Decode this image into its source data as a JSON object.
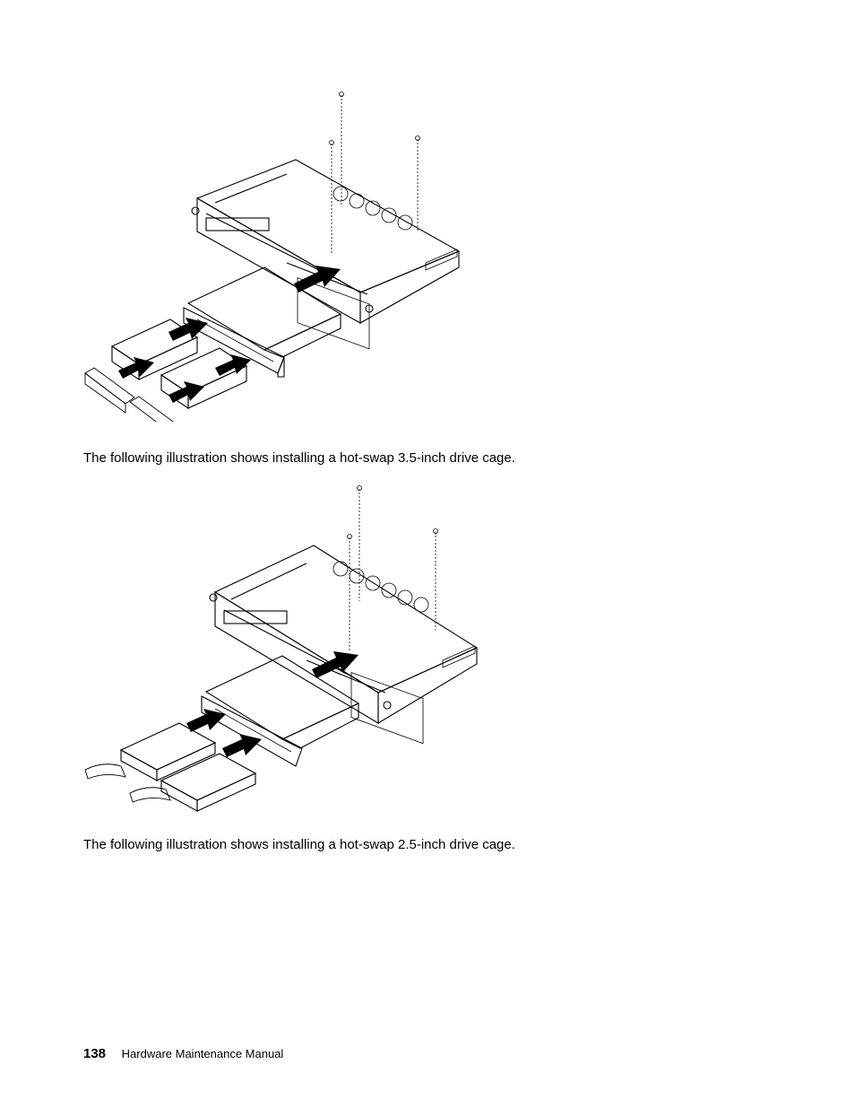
{
  "captions": {
    "cage_35": "The following illustration shows installing a hot-swap 3.5-inch drive cage.",
    "cage_25": "The following illustration shows installing a hot-swap 2.5-inch drive cage."
  },
  "footer": {
    "page_number": "138",
    "manual_title": "Hardware Maintenance Manual"
  },
  "figures": {
    "stroke_color": "#000000",
    "arrow_color": "#000000"
  }
}
